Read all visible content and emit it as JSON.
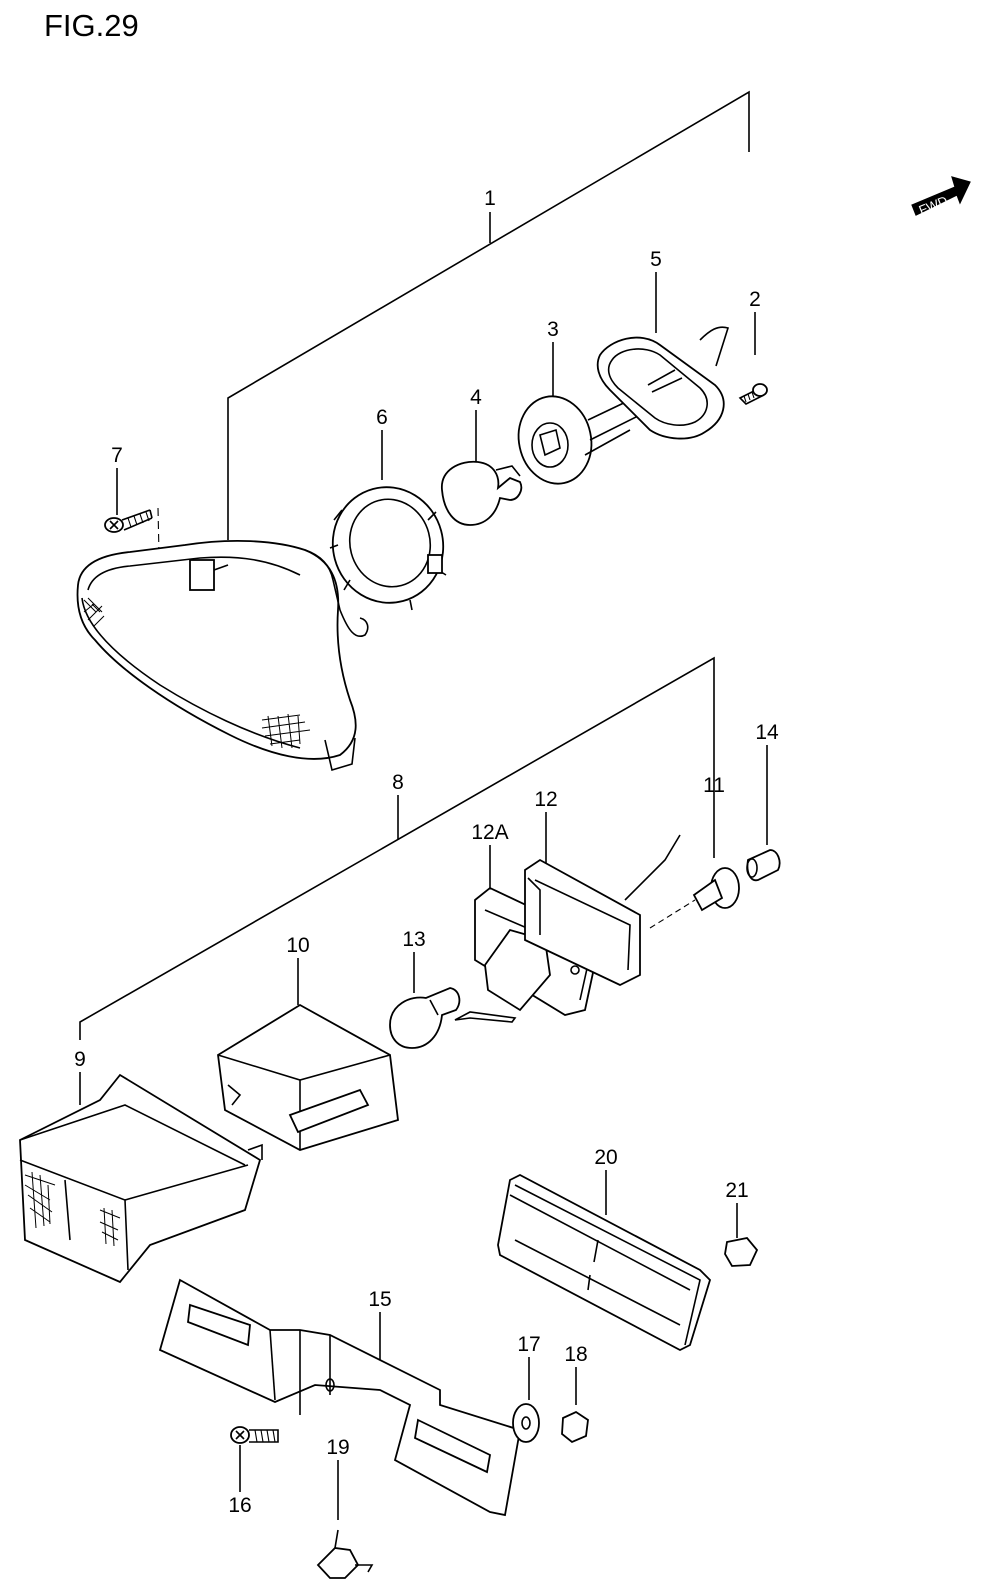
{
  "figure": {
    "title": "FIG.29"
  },
  "fwd_label": "FWD",
  "callouts": {
    "c1": "1",
    "c2": "2",
    "c3": "3",
    "c4": "4",
    "c5": "5",
    "c6": "6",
    "c7": "7",
    "c8": "8",
    "c9": "9",
    "c10": "10",
    "c11": "11",
    "c12": "12",
    "c12a": "12A",
    "c13": "13",
    "c14": "14",
    "c15": "15",
    "c16": "16",
    "c17": "17",
    "c18": "18",
    "c19": "19",
    "c20": "20",
    "c21": "21"
  },
  "colors": {
    "ink": "#000000",
    "paper": "#ffffff"
  }
}
